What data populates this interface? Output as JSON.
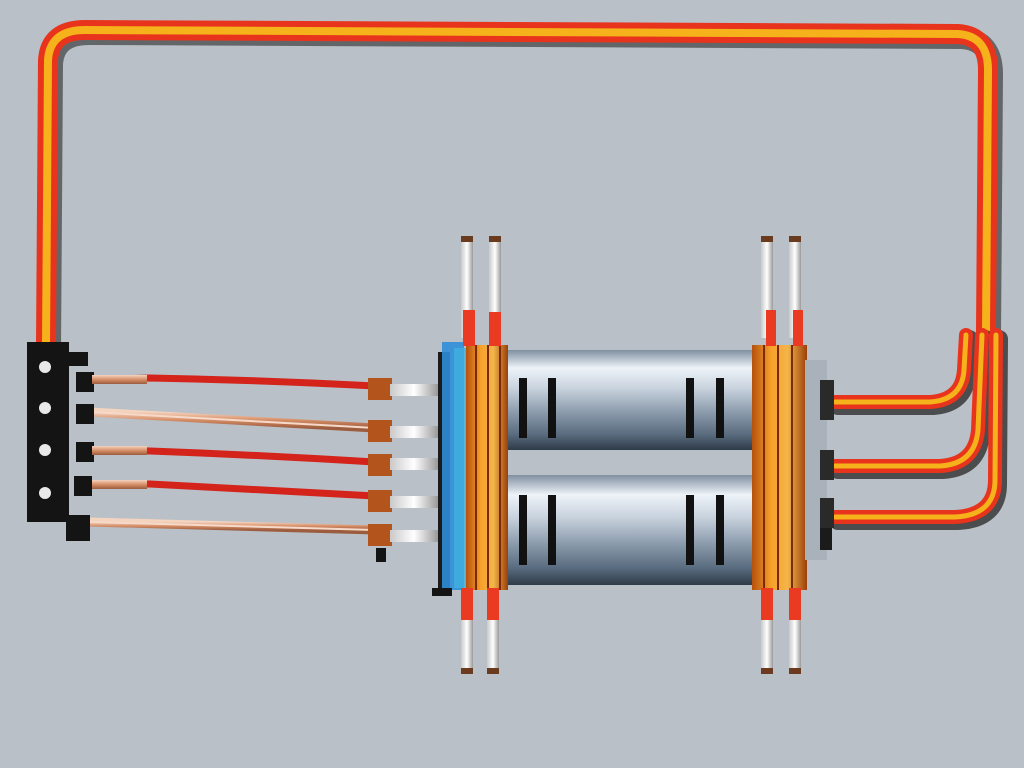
{
  "image": {
    "kind": "illustration",
    "background_color": "#b9c0c7"
  },
  "palette": {
    "wire_outer": "#e8341c",
    "wire_inner": "#f6b21a",
    "wire_shadow": "#1b1b1b",
    "terminal_block": "#141414",
    "cylinder_light": "#dfe6ee",
    "cylinder_dark": "#5e6f82",
    "band": "#111111",
    "coil_orange": "#f0901e",
    "coil_blue": "#2f8ed8",
    "copper": "#e2a27e",
    "pin_red": "#ea3b22"
  },
  "components": {
    "terminal_block_holes": 4,
    "cylinders": 2,
    "leads_to_block": 5,
    "output_cables": 3
  }
}
